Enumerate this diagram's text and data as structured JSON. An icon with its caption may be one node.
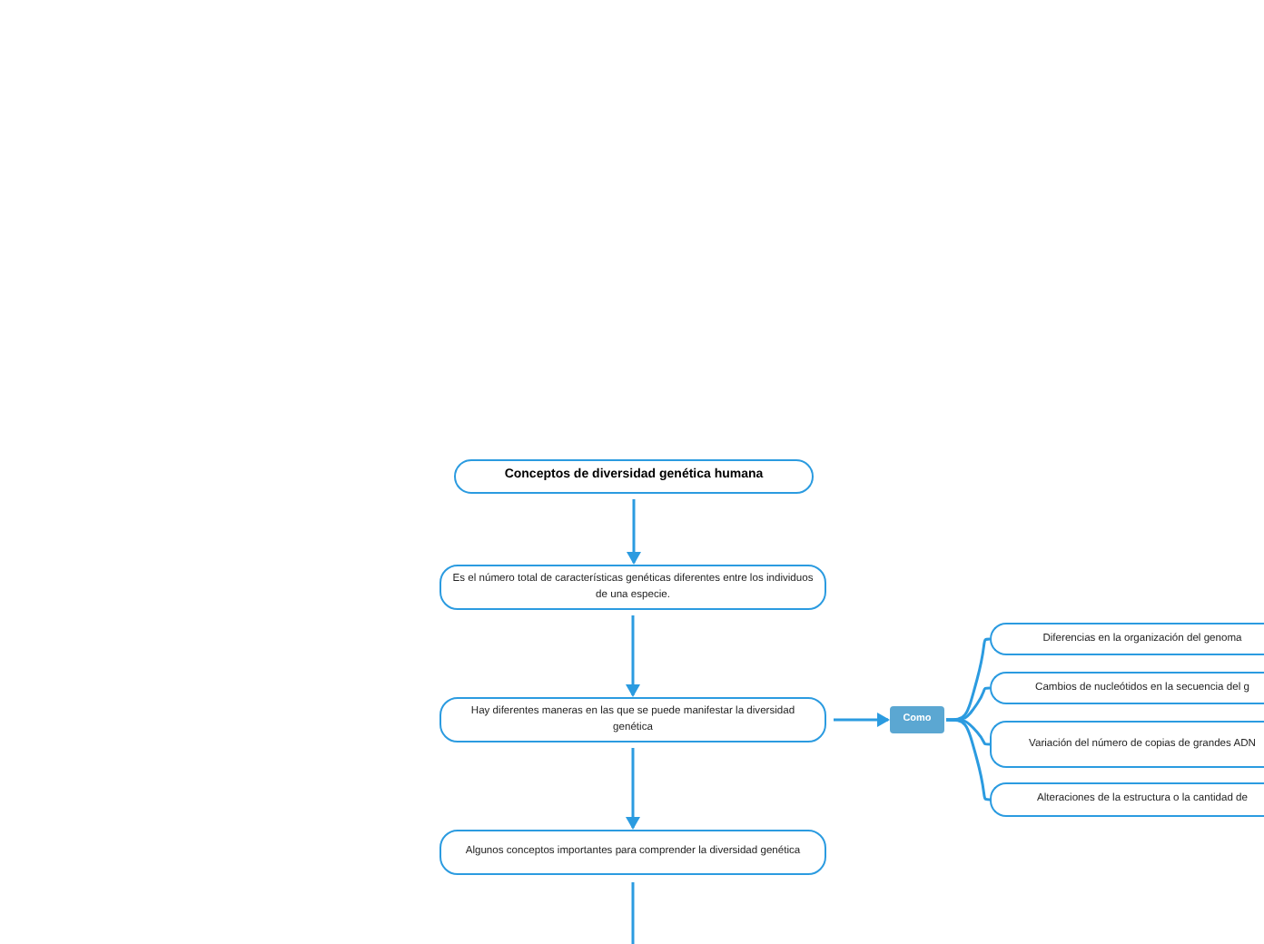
{
  "diagram": {
    "nodes": [
      {
        "text": [
          "Conceptos de diversidad genética humana"
        ]
      },
      {
        "text": [
          "Es el número total de características genéticas diferentes entre los individuos de una especie."
        ]
      },
      {
        "text": [
          "Hay diferentes maneras en las que se puede manifestar la diversidad genética"
        ]
      },
      {
        "text": [
          "Algunos conceptos importantes para comprender la diversidad genética"
        ]
      },
      {
        "text": [
          "Como"
        ]
      },
      {
        "text": [
          "Diferencias en la organización del genoma"
        ]
      },
      {
        "text": [
          "Cambios de nucleótidos en la secuencia del g"
        ]
      },
      {
        "text": [
          "Variación del número de copias de grandes ADN"
        ]
      },
      {
        "text": [
          "Alteraciones de la estructura o la cantidad de"
        ]
      }
    ],
    "edges": [
      {
        "from": 0,
        "to": 1,
        "arrow": "to"
      },
      {
        "from": 1,
        "to": 2,
        "arrow": "to"
      },
      {
        "from": 2,
        "to": 3,
        "arrow": "to"
      },
      {
        "from": 3,
        "to": null,
        "arrow": "none"
      },
      {
        "from": 2,
        "to": 4,
        "arrow": "to"
      },
      {
        "from": 4,
        "to": 5,
        "arrow": "none"
      },
      {
        "from": 4,
        "to": 6,
        "arrow": "none"
      },
      {
        "from": 4,
        "to": 7,
        "arrow": "none"
      },
      {
        "from": 4,
        "to": 8,
        "arrow": "none"
      }
    ]
  }
}
